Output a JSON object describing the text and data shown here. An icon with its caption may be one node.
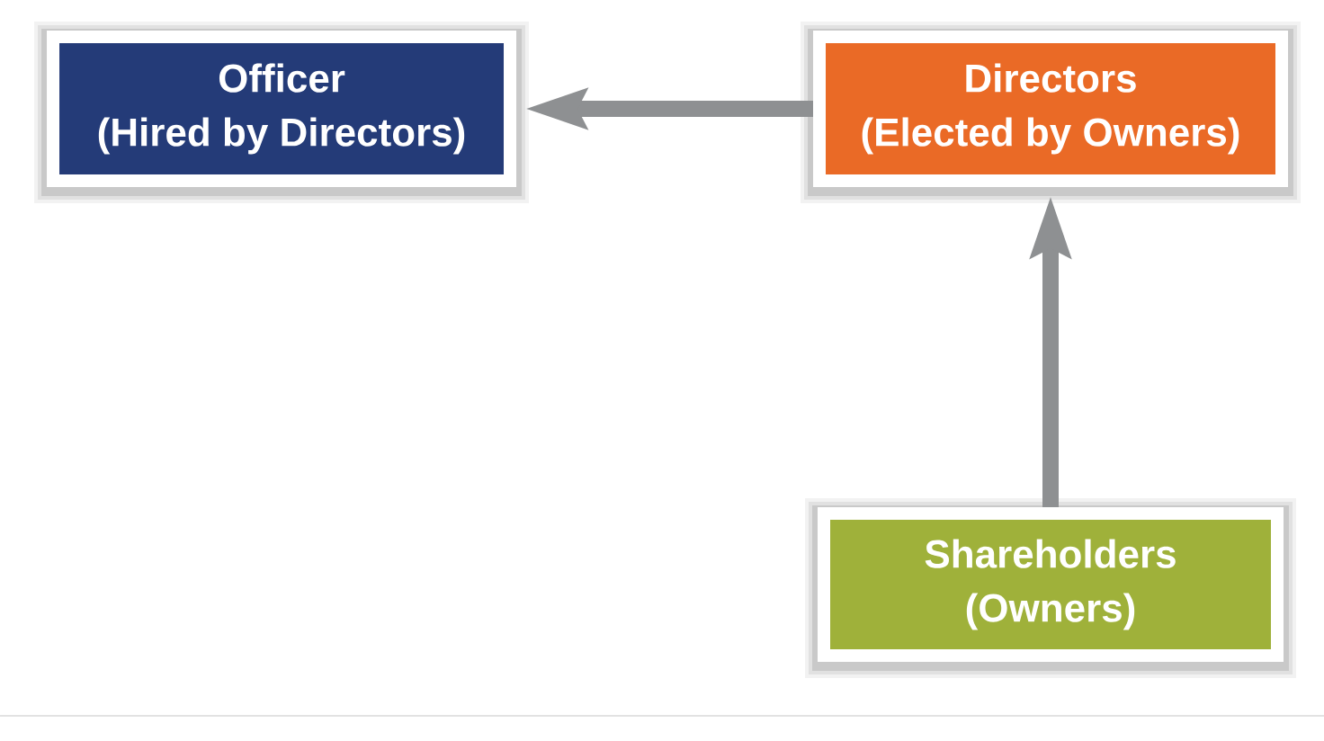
{
  "diagram": {
    "nodes": [
      {
        "text": [
          "Officer",
          "(Hired by Directors)"
        ]
      },
      {
        "text": [
          "Directors",
          "(Elected by Owners)"
        ]
      },
      {
        "text": [
          "Shareholders",
          "(Owners)"
        ]
      }
    ],
    "edges": [
      {
        "from": 1,
        "to": 0,
        "arrow": "to"
      },
      {
        "from": 2,
        "to": 1,
        "arrow": "to"
      }
    ]
  }
}
